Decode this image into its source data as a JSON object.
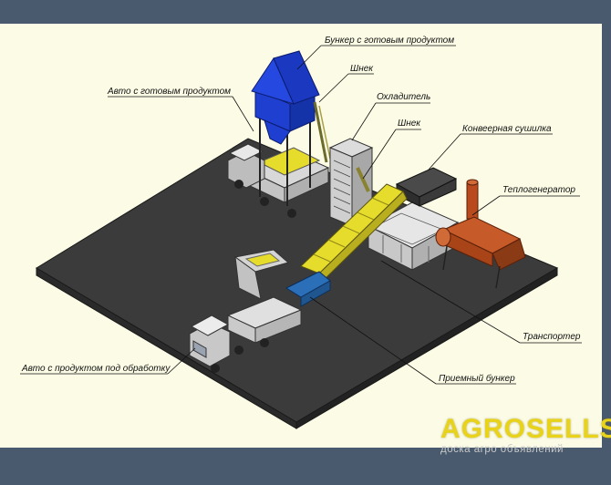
{
  "labels": {
    "finished_bin": "Бункер с готовым продуктом",
    "auger_1": "Шнек",
    "truck_finished": "Авто с готовым продуктом",
    "cooler": "Охладитель",
    "auger_2": "Шнек",
    "conveyor_dryer": "Конвеерная сушилка",
    "heat_generator": "Теплогенератор",
    "transporter": "Транспортер",
    "truck_raw": "Авто с продуктом под обработку",
    "receiving_bin": "Приемный бункер"
  },
  "watermark": {
    "logo": "AGROSELLS",
    "tagline": "доска агро объявлений"
  },
  "colors": {
    "background": "#4a5a6e",
    "sheet": "#fbfbe6",
    "platform": "#3b3b3b",
    "bin_blue": "#1e3fd0",
    "product_yellow": "#e6dc2c",
    "heat_generator": "#b84a1e",
    "receiving_bin": "#2a6fb8",
    "watermark_yellow": "#e8d21a"
  }
}
